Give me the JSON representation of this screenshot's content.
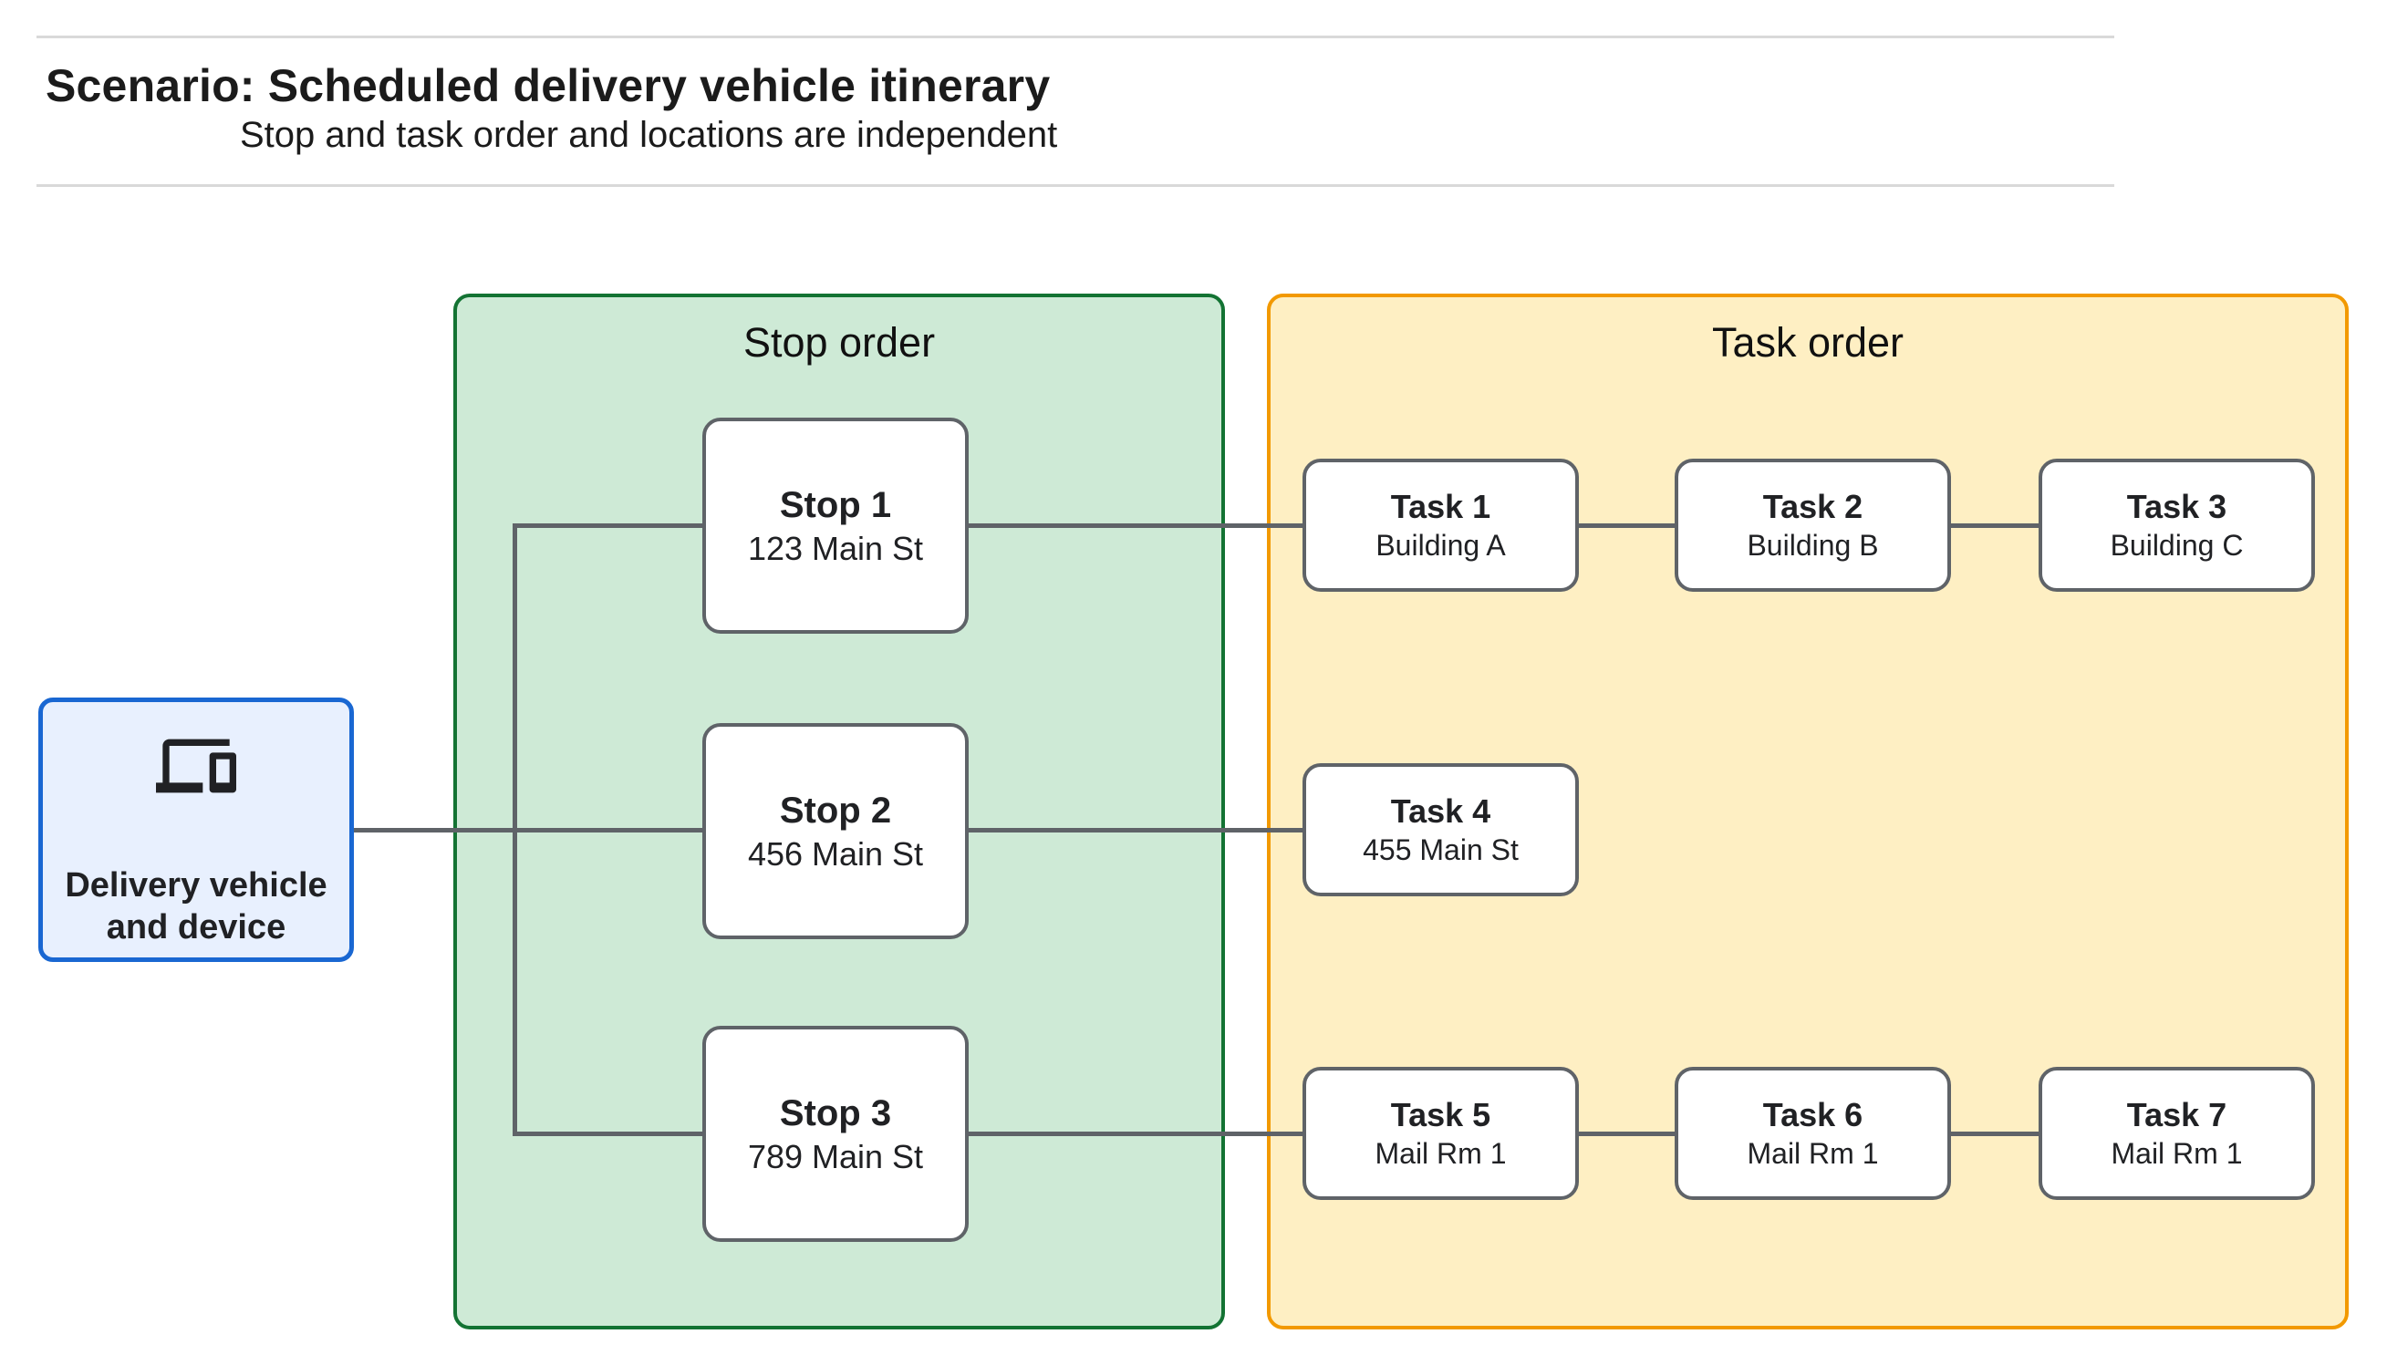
{
  "header": {
    "title": "Scenario: Scheduled delivery vehicle itinerary",
    "subtitle": "Stop and task order and locations are independent"
  },
  "vehicle": {
    "label": "Delivery vehicle and device",
    "icon": "devices-icon"
  },
  "stop_panel": {
    "title": "Stop order"
  },
  "task_panel": {
    "title": "Task order"
  },
  "stops": [
    {
      "name": "Stop 1",
      "location": "123 Main St"
    },
    {
      "name": "Stop 2",
      "location": "456 Main St"
    },
    {
      "name": "Stop 3",
      "location": "789 Main St"
    }
  ],
  "tasks": [
    {
      "name": "Task 1",
      "location": "Building A"
    },
    {
      "name": "Task 2",
      "location": "Building B"
    },
    {
      "name": "Task 3",
      "location": "Building C"
    },
    {
      "name": "Task 4",
      "location": "455 Main St"
    },
    {
      "name": "Task 5",
      "location": "Mail Rm 1"
    },
    {
      "name": "Task 6",
      "location": "Mail Rm 1"
    },
    {
      "name": "Task 7",
      "location": "Mail Rm 1"
    }
  ],
  "colors": {
    "stop_panel_fill": "#ceead6",
    "stop_panel_border": "#137333",
    "task_panel_fill": "#feefc3",
    "task_panel_border": "#f29900",
    "vehicle_fill": "#e8f0fe",
    "vehicle_border": "#1967d2",
    "node_border": "#5f6368",
    "connector": "#5f6368",
    "divider": "#d9d9d9"
  }
}
